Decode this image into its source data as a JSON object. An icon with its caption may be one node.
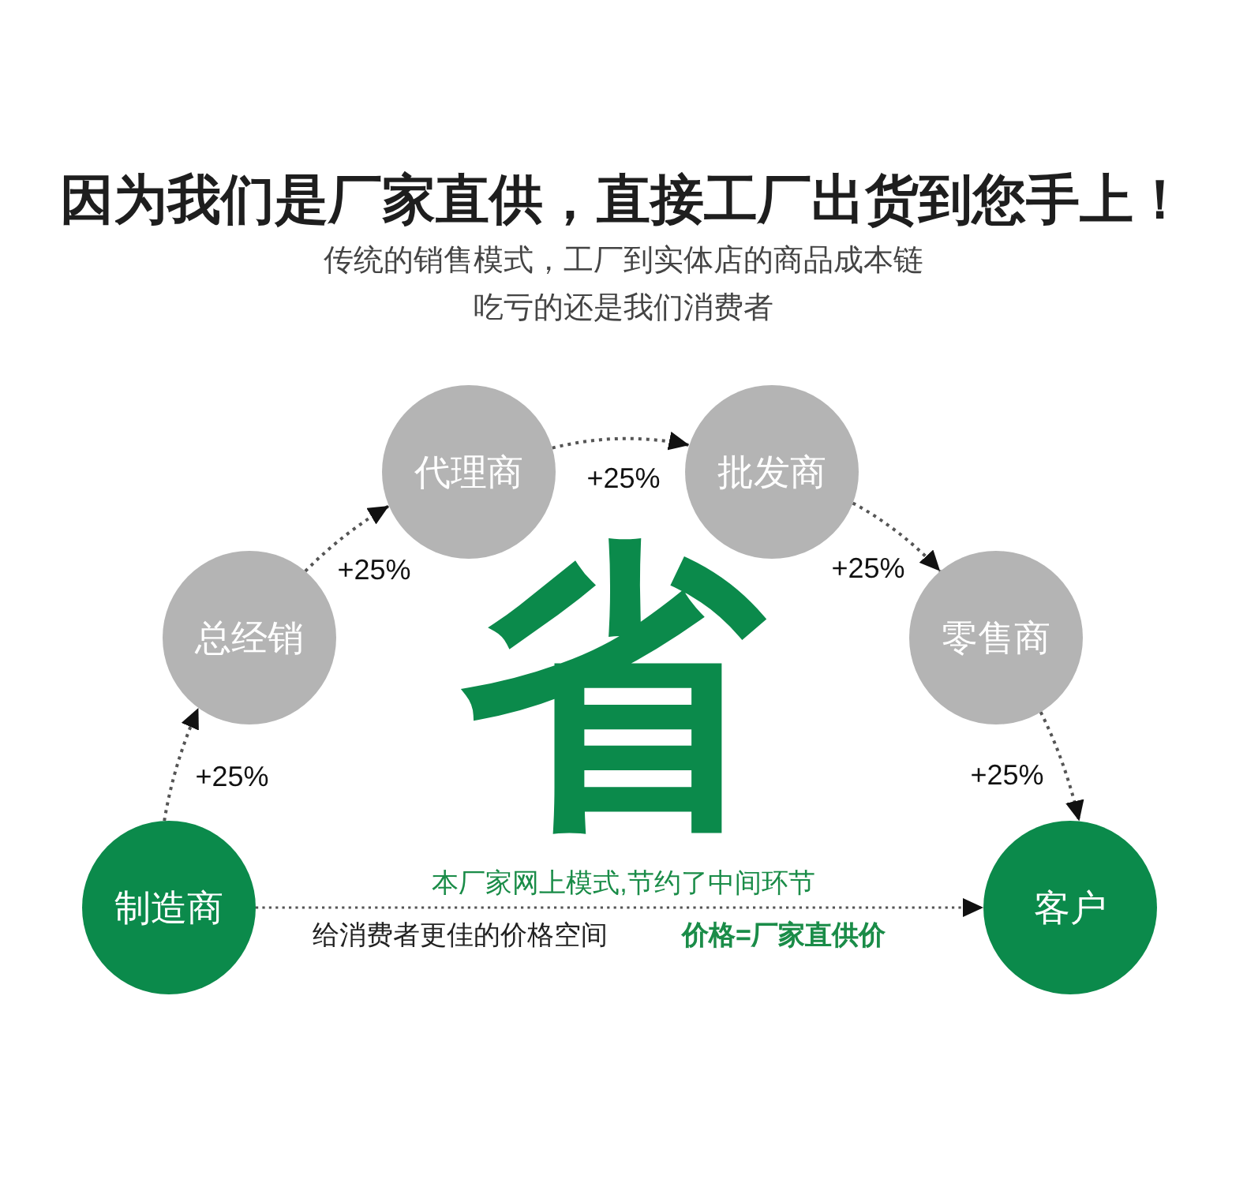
{
  "diagram": {
    "title": "因为我们是厂家直供，直接工厂出货到您手上！",
    "nodes": [
      {
        "text": [
          "制造商"
        ]
      },
      {
        "text": [
          "总经销"
        ]
      },
      {
        "text": [
          "代理商"
        ]
      },
      {
        "text": [
          "批发商"
        ]
      },
      {
        "text": [
          "零售商"
        ]
      },
      {
        "text": [
          "客户"
        ]
      }
    ],
    "edges": [
      {
        "from": 0,
        "to": 1,
        "arrow": "to",
        "label": "+25%"
      },
      {
        "from": 1,
        "to": 2,
        "arrow": "to",
        "label": "+25%"
      },
      {
        "from": 2,
        "to": 3,
        "arrow": "to",
        "label": "+25%"
      },
      {
        "from": 3,
        "to": 4,
        "arrow": "to",
        "label": "+25%"
      },
      {
        "from": 4,
        "to": 5,
        "arrow": "to",
        "label": "+25%"
      },
      {
        "from": 0,
        "to": 5,
        "arrow": "to"
      }
    ],
    "labels": [
      "传统的销售模式，工厂到实体店的商品成本链吃亏的还是我们消费者",
      "省",
      "本厂家网上模式,节约了中间环节",
      "给消费者更佳的价格空间",
      "价格=厂家直供价"
    ]
  }
}
